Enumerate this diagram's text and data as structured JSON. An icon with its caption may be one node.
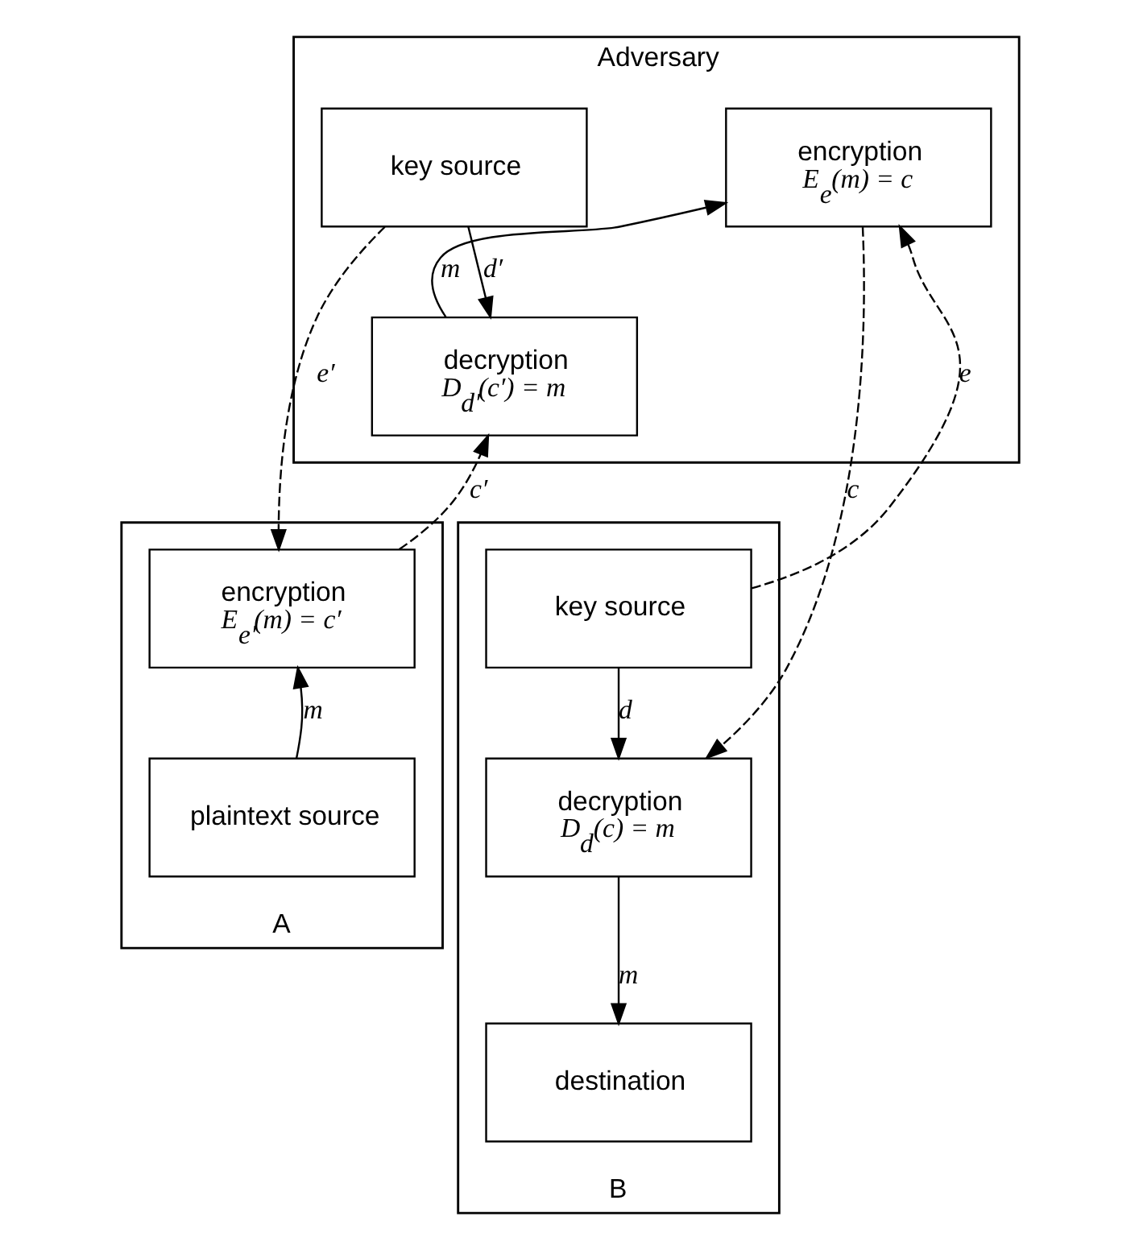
{
  "diagram": {
    "nodes": [
      {
        "text": [
          "Adversary"
        ]
      },
      {
        "text": [
          "key source"
        ],
        "in": 0
      },
      {
        "text": [
          "decryption",
          "D$_{d′}$(c′) = m"
        ],
        "in": 0
      },
      {
        "text": [
          "encryption",
          "E$_{e}$(m) = c"
        ],
        "in": 0
      },
      {
        "text": [
          "A"
        ]
      },
      {
        "text": [
          "encryption",
          "E$_{e′}$(m) = c′"
        ],
        "in": 4
      },
      {
        "text": [
          "plaintext source"
        ],
        "in": 4
      },
      {
        "text": [
          "B"
        ]
      },
      {
        "text": [
          "key source"
        ],
        "in": 7
      },
      {
        "text": [
          "decryption",
          "D$_{d}$(c) = m"
        ],
        "in": 7
      },
      {
        "text": [
          "destination"
        ],
        "in": 7
      }
    ],
    "edges": [
      {
        "from": 1,
        "to": 2,
        "arrow": "to",
        "label": "d′"
      },
      {
        "from": 2,
        "to": 3,
        "arrow": "to",
        "label": "m"
      },
      {
        "from": 1,
        "to": 5,
        "arrow": "to",
        "label": "e′",
        "style": "dashed"
      },
      {
        "from": 5,
        "to": 2,
        "arrow": "to",
        "label": "c′",
        "style": "dashed"
      },
      {
        "from": 6,
        "to": 5,
        "arrow": "to",
        "label": "m"
      },
      {
        "from": 8,
        "to": 3,
        "arrow": "to",
        "label": "e",
        "style": "dashed"
      },
      {
        "from": 3,
        "to": 9,
        "arrow": "to",
        "label": "c",
        "style": "dashed"
      },
      {
        "from": 8,
        "to": 9,
        "arrow": "to",
        "label": "d"
      },
      {
        "from": 9,
        "to": 10,
        "arrow": "to",
        "label": "m"
      }
    ]
  }
}
